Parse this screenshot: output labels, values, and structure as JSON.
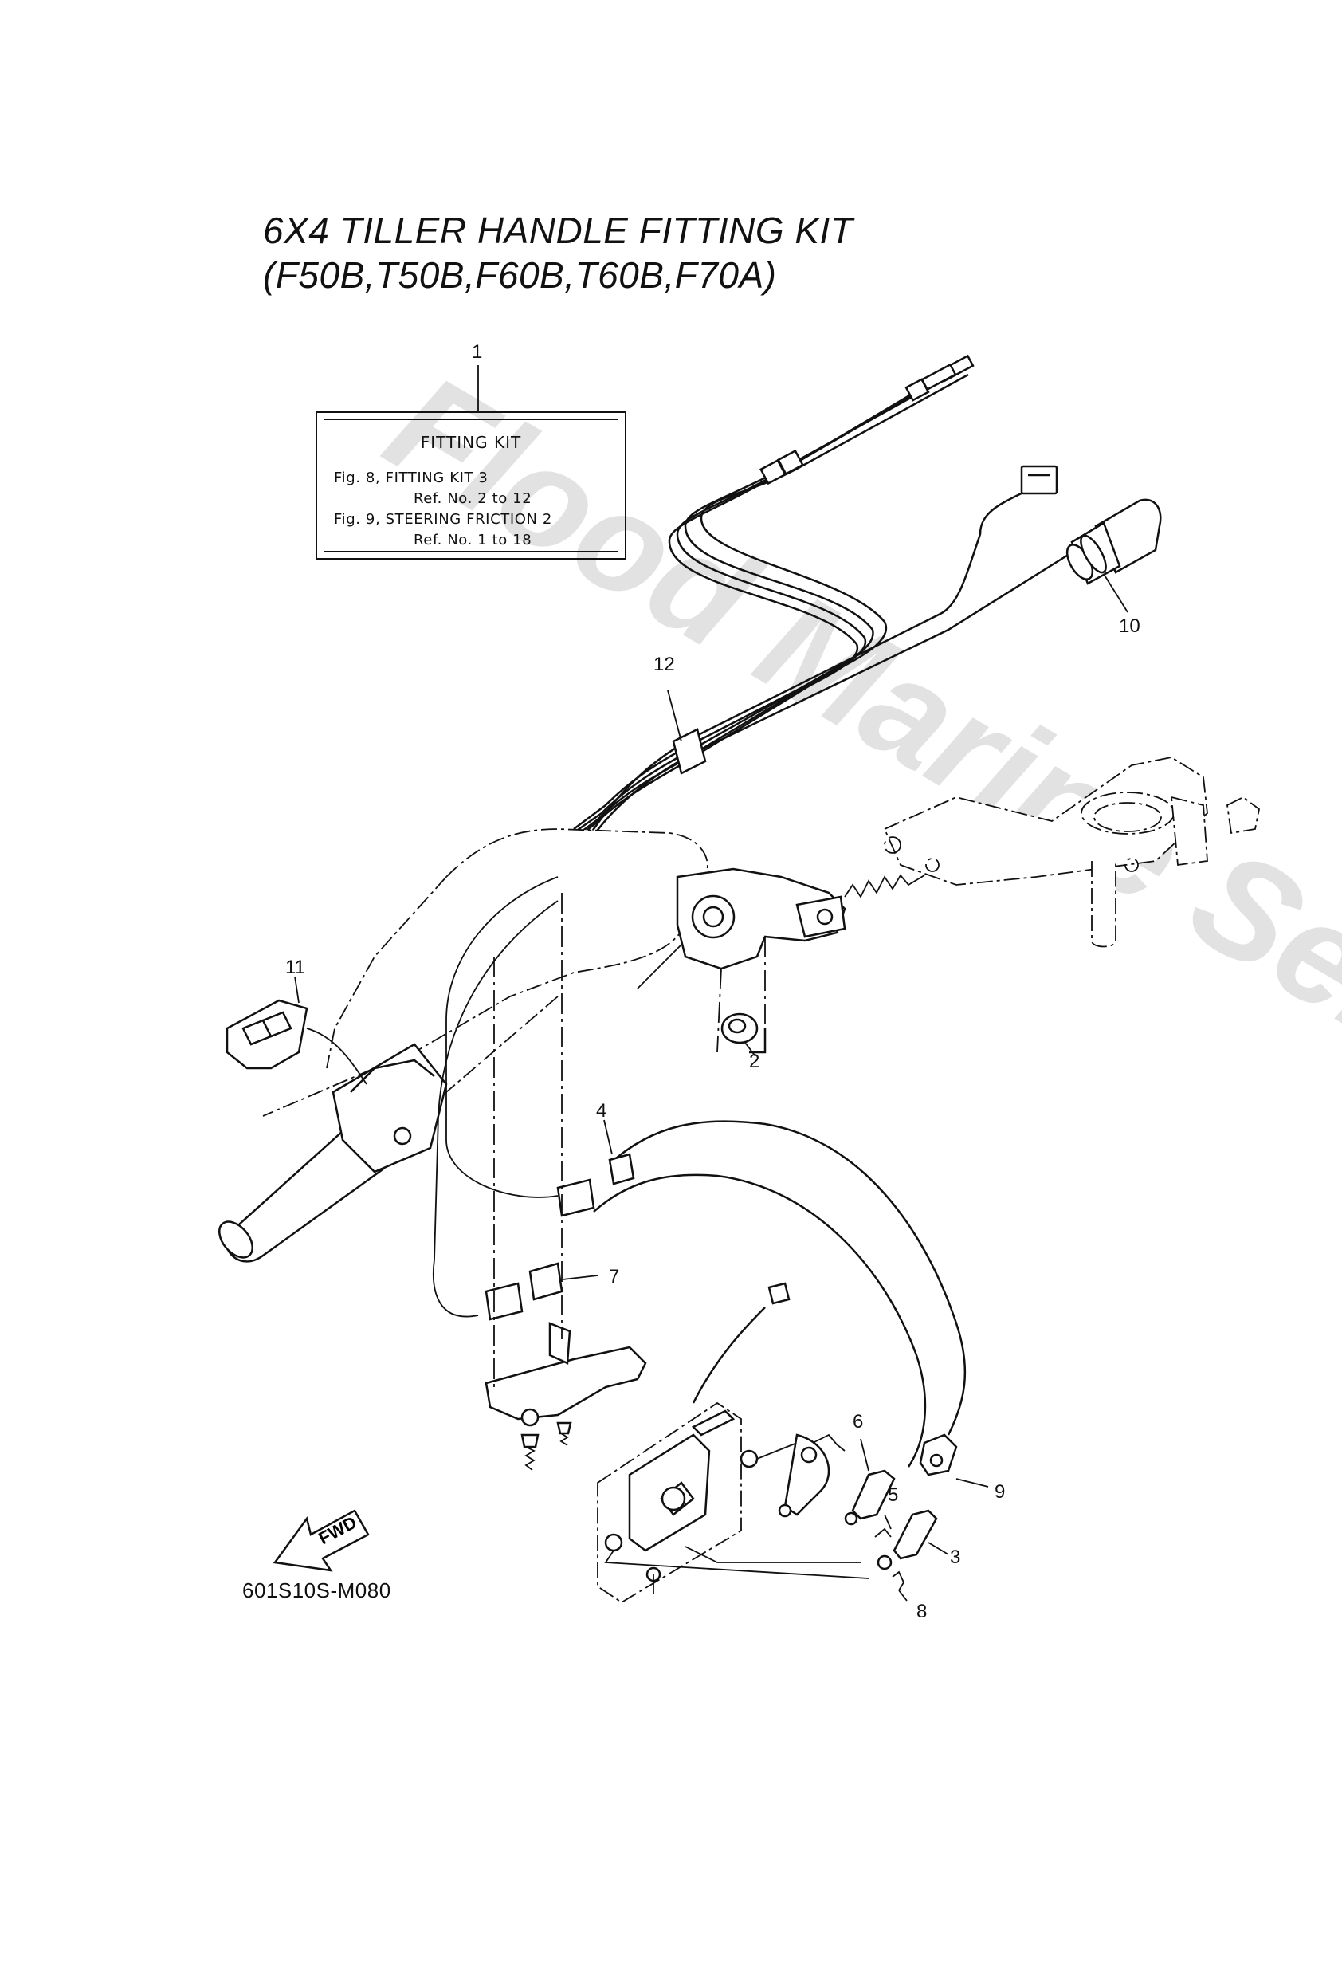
{
  "title": {
    "line1": "6X4 TILLER HANDLE FITTING KIT",
    "line2": "(F50B,T50B,F60B,T60B,F70A)"
  },
  "fitting_kit_box": {
    "heading": "FITTING KIT",
    "line1": "Fig. 8, FITTING KIT 3",
    "line2": "Ref. No. 2 to 12",
    "line3": "Fig. 9, STEERING FRICTION 2",
    "line4": "Ref. No. 1 to 18"
  },
  "callouts": {
    "c1": "1",
    "c2": "2",
    "c3": "3",
    "c4": "4",
    "c5": "5",
    "c6": "6",
    "c7": "7",
    "c8": "8",
    "c9": "9",
    "c10": "10",
    "c11": "11",
    "c12": "12"
  },
  "fwd_label": "FWD",
  "drawing_code": "601S10S-M080",
  "watermark": "Flood Marine Services"
}
